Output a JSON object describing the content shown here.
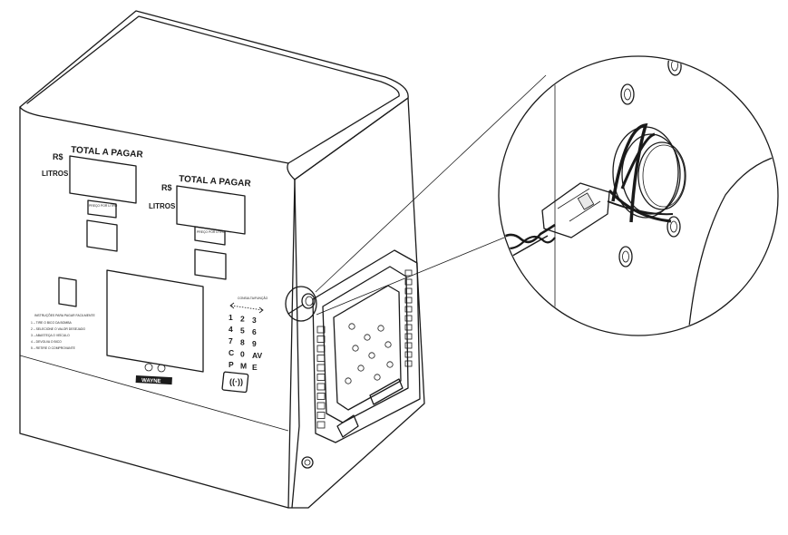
{
  "panel_left": {
    "total_label": "TOTAL A PAGAR",
    "currency_label": "R$",
    "liters_label": "LITROS",
    "price_per_liter_label": "PREÇO POR LITRO"
  },
  "panel_right": {
    "total_label": "TOTAL A PAGAR",
    "currency_label": "R$",
    "liters_label": "LITROS",
    "price_per_liter_label": "PREÇO POR LITRO"
  },
  "keypad": {
    "header": "CONSULTA/FUNÇÃO",
    "rows": [
      [
        "1",
        "2",
        "3"
      ],
      [
        "4",
        "5",
        "6"
      ],
      [
        "7",
        "8",
        "9"
      ],
      [
        "C",
        "0",
        "AV"
      ],
      [
        "P",
        "M",
        "E"
      ]
    ]
  },
  "brand": {
    "name": "WAYNE"
  },
  "instructions": {
    "title": "INSTRUÇÕES PARA PAGAR FACILMENTE",
    "lines": [
      "1 – TIRE O BICO DA BOMBA",
      "2 – SELECIONE O VALOR DESEJADO",
      "3 – ABASTEÇA O VEÍCULO",
      "4 – DEVOLVA O BICO",
      "5 – RETIRE O COMPROVANTE"
    ]
  },
  "icons": [
    "tamper-seal-icon",
    "contactless-icon",
    "arrows-icon"
  ],
  "colors": {
    "line": "#1a1a1a",
    "background": "#ffffff"
  }
}
